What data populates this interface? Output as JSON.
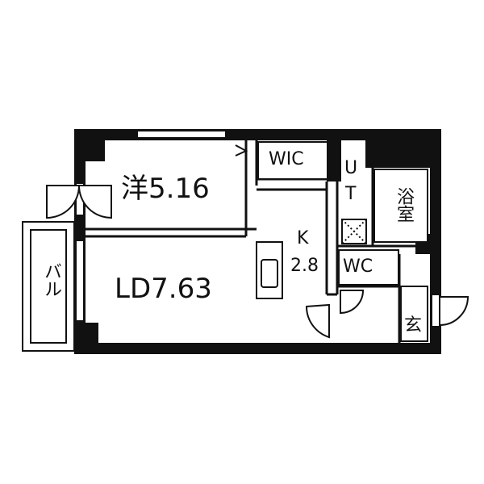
{
  "rooms": {
    "western": "洋5.16",
    "ld": "LD7.63",
    "kitchen_letter": "K",
    "kitchen_size": "2.8",
    "wic": "WIC",
    "ut_u": "U",
    "ut_t": "T",
    "bath": "浴室",
    "wc": "WC",
    "entrance": "玄",
    "balcony": "バル"
  }
}
